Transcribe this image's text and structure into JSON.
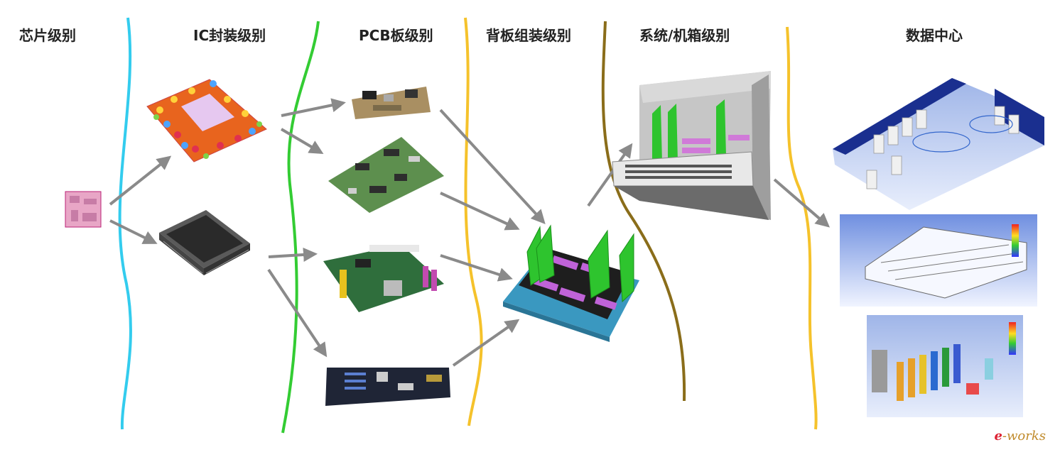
{
  "headers": {
    "chip": "芯片级别",
    "ic": "IC封装级别",
    "pcb": "PCB板级别",
    "backplane": "背板组装级别",
    "system": "系统/机箱级别",
    "datacenter": "数据中心"
  },
  "logo": {
    "mark": "e",
    "text": "-works"
  },
  "colors": {
    "divider1": "#33ccee",
    "divider2": "#33cc33",
    "divider3": "#f5c22b",
    "divider4": "#8a6d1a",
    "divider5": "#f5c22b",
    "arrow": "#888888"
  }
}
